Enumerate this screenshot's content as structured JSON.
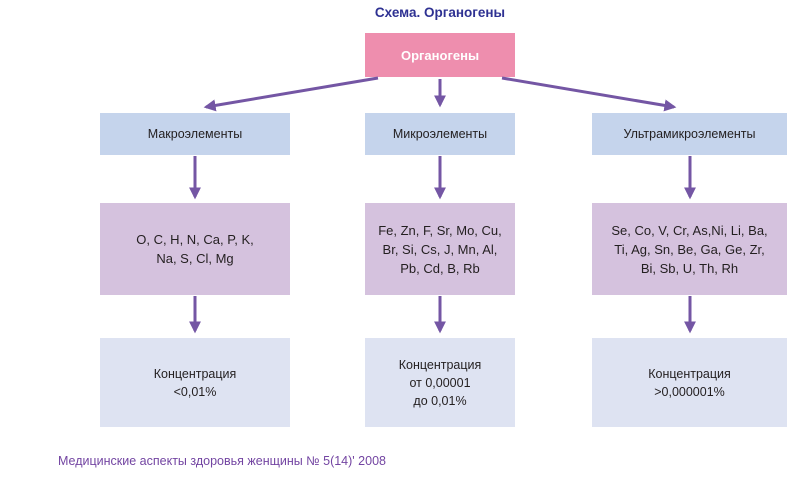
{
  "title": "Схема. Органогены",
  "root": {
    "label": "Органогены"
  },
  "columns": [
    {
      "category": "Макроэлементы",
      "elements": "O, C, H, N, Ca, P, K,\nNa, S, Cl, Mg",
      "concentration": "Концентрация\n<0,01%"
    },
    {
      "category": "Микроэлементы",
      "elements": "Fe, Zn, F, Sr, Mo, Cu,\nBr, Si, Cs, J, Mn, Al,\nPb, Cd, B, Rb",
      "concentration": "Концентрация\nот 0,00001\nдо 0,01%"
    },
    {
      "category": "Ультрамикроэлементы",
      "elements": "Se, Co, V, Cr, As,Ni, Li, Ba,\nTi, Ag, Sn, Be, Ga, Ge, Zr,\nBi, Sb, U, Th, Rh",
      "concentration": "Концентрация\n>0,000001%"
    }
  ],
  "footer": "Медицинские аспекты здоровья женщины № 5(14)' 2008",
  "colors": {
    "title_text": "#2e3192",
    "root_box": "#ee8eae",
    "root_text": "#ffffff",
    "category_box": "#c5d4ec",
    "elements_box": "#d5c2de",
    "concentration_box": "#dee3f2",
    "arrow": "#7456a4",
    "text": "#231f20",
    "footer_text": "#7345a2"
  }
}
